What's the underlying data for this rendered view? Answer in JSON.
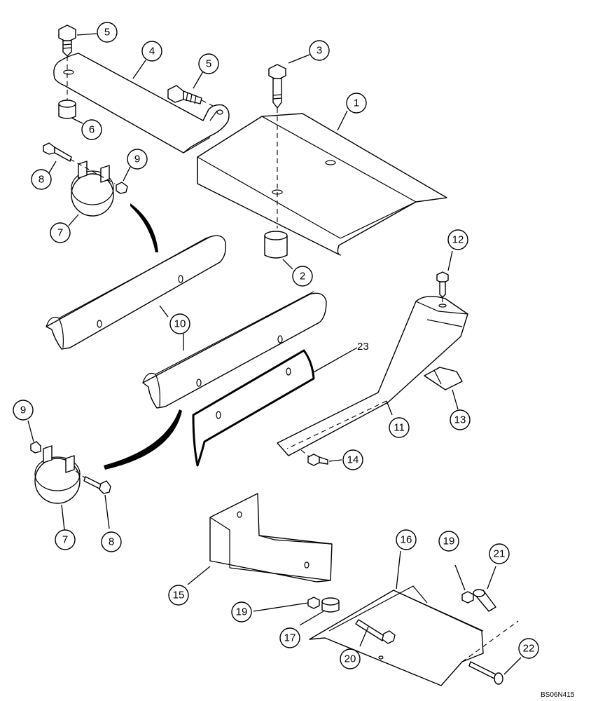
{
  "callouts": [
    {
      "id": "c1",
      "label": "1"
    },
    {
      "id": "c2",
      "label": "2"
    },
    {
      "id": "c3",
      "label": "3"
    },
    {
      "id": "c4",
      "label": "4"
    },
    {
      "id": "c5a",
      "label": "5"
    },
    {
      "id": "c5b",
      "label": "5"
    },
    {
      "id": "c6",
      "label": "6"
    },
    {
      "id": "c7a",
      "label": "7"
    },
    {
      "id": "c7b",
      "label": "7"
    },
    {
      "id": "c8a",
      "label": "8"
    },
    {
      "id": "c8b",
      "label": "8"
    },
    {
      "id": "c9a",
      "label": "9"
    },
    {
      "id": "c9b",
      "label": "9"
    },
    {
      "id": "c10",
      "label": "10"
    },
    {
      "id": "c11",
      "label": "11"
    },
    {
      "id": "c12",
      "label": "12"
    },
    {
      "id": "c13",
      "label": "13"
    },
    {
      "id": "c14",
      "label": "14"
    },
    {
      "id": "c15",
      "label": "15"
    },
    {
      "id": "c16",
      "label": "16"
    },
    {
      "id": "c17",
      "label": "17"
    },
    {
      "id": "c19a",
      "label": "19"
    },
    {
      "id": "c19b",
      "label": "19"
    },
    {
      "id": "c20",
      "label": "20"
    },
    {
      "id": "c21",
      "label": "21"
    },
    {
      "id": "c22",
      "label": "22"
    }
  ],
  "plain_label_23": "23",
  "figure_reference": "BS06N415"
}
